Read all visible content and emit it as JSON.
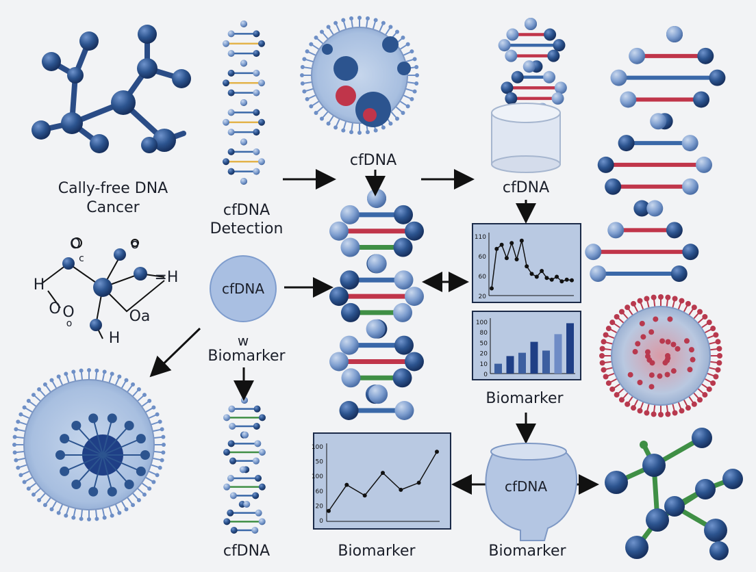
{
  "labels": {
    "cally_free_line1": "Cally-free DNA",
    "cally_free_line2": "Cancer",
    "cfdna_detection_line1": "cfDNA",
    "cfdna_detection_line2": "Detection",
    "cfdna_top_center": "cfDNA",
    "cfdna_top_right": "cfDNA",
    "cfdna_circle": "cfDNA",
    "w_label": "w",
    "biomarker_left": "Biomarker",
    "cfdna_bottom_left": "cfDNA",
    "biomarker_bottom_center": "Biomarker",
    "biomarker_right_chart": "Biomarker",
    "cfdna_vessel": "cfDNA",
    "biomarker_bottom_right": "Biomarker"
  },
  "molecule_labels": {
    "o_top_left": "O",
    "c_small": "c",
    "o_top_right": "o",
    "h_left": "H",
    "h_right": "=H",
    "o_left1": "O",
    "o_left2": "O",
    "o_small": "o",
    "o_a": "Oa",
    "h_bottom": "H"
  },
  "charts": {
    "line_chart_top": {
      "type": "line",
      "yticks": [
        "110",
        "60",
        "60",
        "20"
      ],
      "values": [
        10,
        78,
        85,
        62,
        88,
        60,
        92,
        48,
        35,
        30,
        40,
        28,
        25,
        30,
        22,
        25,
        24
      ]
    },
    "bar_chart": {
      "type": "bar",
      "yticks": [
        "100",
        "80",
        "50",
        "20",
        "10",
        "0"
      ],
      "values": [
        18,
        32,
        38,
        58,
        42,
        72,
        92
      ],
      "colors": [
        "#3c5fa0",
        "#1f3f86",
        "#3c5fa0",
        "#1f3f86",
        "#3c5fa0",
        "#6f8cc6",
        "#1f3f86"
      ]
    },
    "line_chart_bottom": {
      "type": "line",
      "yticks": [
        "100",
        "50",
        "100",
        "60",
        "20",
        "0"
      ],
      "values": [
        8,
        45,
        30,
        62,
        38,
        48,
        92
      ]
    }
  },
  "colors": {
    "navy": "#1f3f7a",
    "blue": "#3a68a8",
    "light_blue": "#9bb3d6",
    "panel": "#b9c9e2",
    "red": "#c0354a",
    "green": "#3f8f45"
  }
}
